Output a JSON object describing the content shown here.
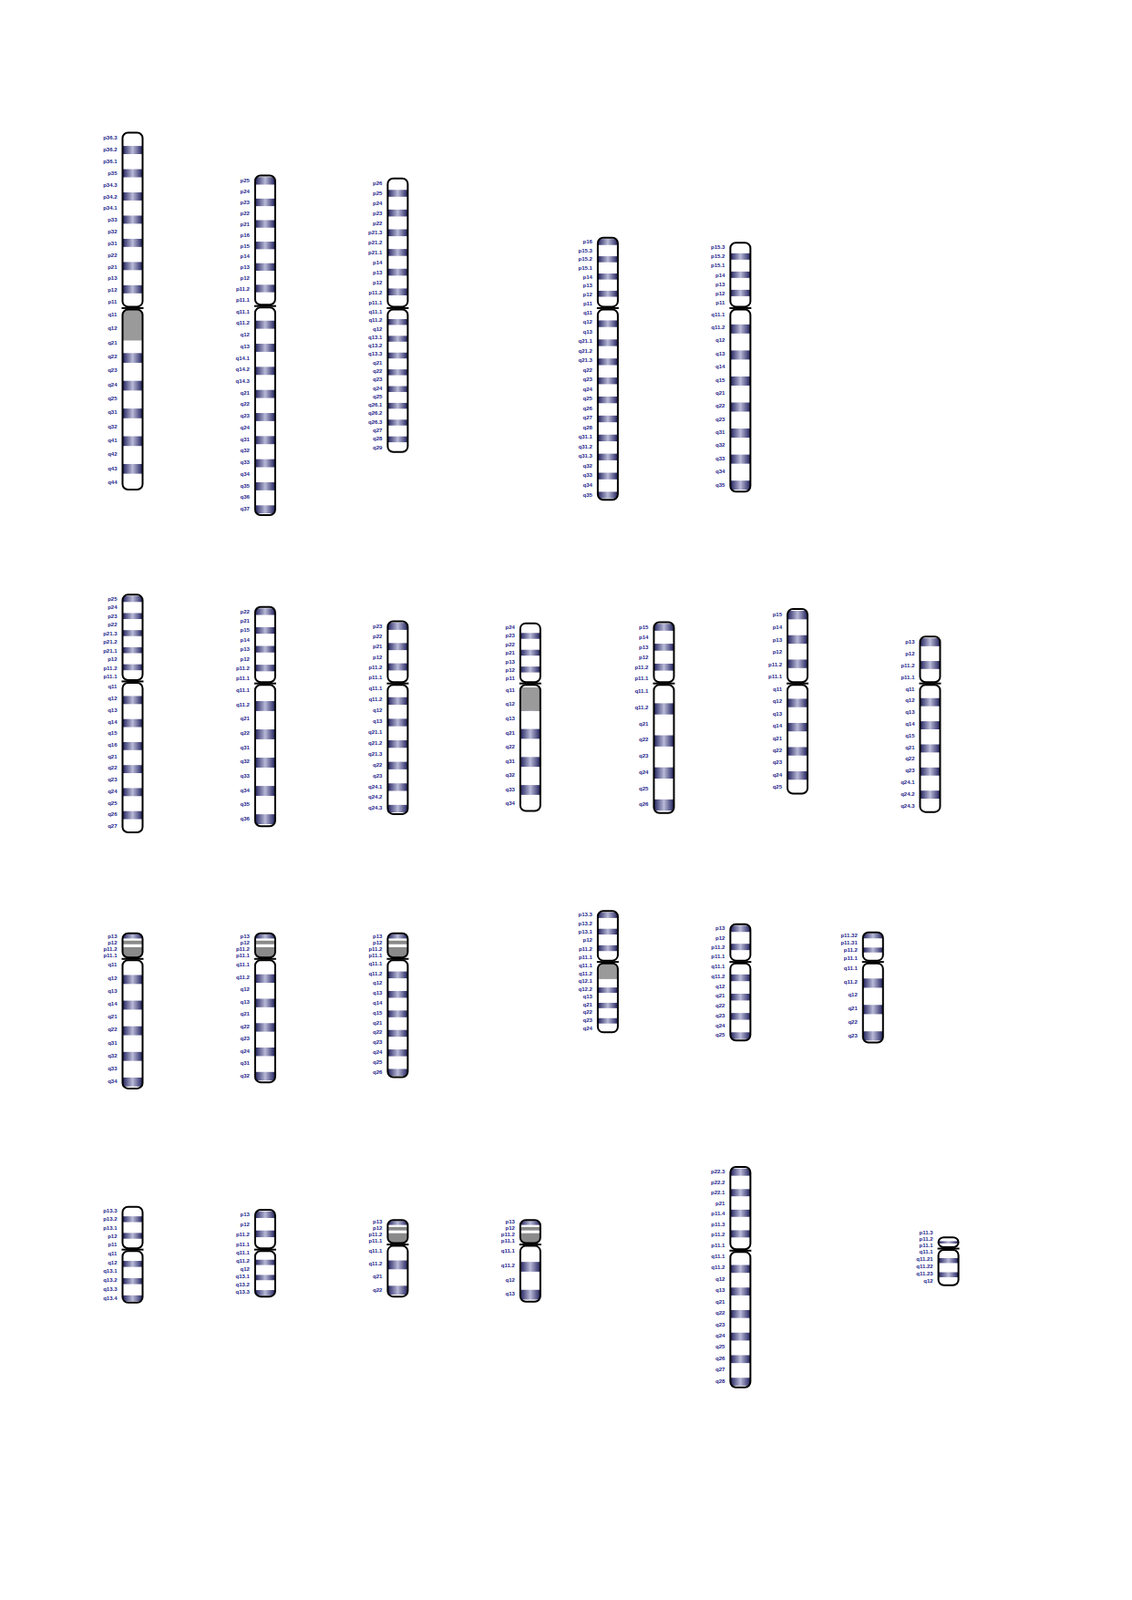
{
  "diagram": {
    "labels": [
      "p36.3",
      "p36.2",
      "p36.1",
      "p35",
      "p34.3",
      "p34.2",
      "p34.1",
      "p33",
      "p32",
      "p31",
      "p22",
      "p21",
      "p13",
      "p12",
      "p11",
      "q11",
      "q12",
      "q21",
      "q22",
      "q23",
      "q24",
      "q25",
      "q31",
      "q32",
      "q41",
      "q42",
      "q43",
      "q44",
      "p25",
      "p24",
      "p23",
      "p22",
      "p21",
      "p16",
      "p15",
      "p14",
      "p13",
      "p12",
      "p11.2",
      "p11.1",
      "q11.1",
      "q11.2",
      "q12",
      "q13",
      "q14.1",
      "q14.2",
      "q14.3",
      "q21",
      "q22",
      "q23",
      "q24",
      "q31",
      "q32",
      "q33",
      "q34",
      "q35",
      "q36",
      "q37",
      "p26",
      "p25",
      "p24",
      "p23",
      "p22",
      "p21.3",
      "p21.2",
      "p21.1",
      "p14",
      "p13",
      "p12",
      "p11.2",
      "p11.1",
      "q11.1",
      "q11.2",
      "q12",
      "q13.1",
      "q13.2",
      "q13.3",
      "q21",
      "q22",
      "q23",
      "q24",
      "q25",
      "q26.1",
      "q26.2",
      "q26.3",
      "q27",
      "q28",
      "q29",
      "p16",
      "p15.3",
      "p15.2",
      "p15.1",
      "p14",
      "p13",
      "p12",
      "p11",
      "q11",
      "q12",
      "q13",
      "q21.1",
      "q21.2",
      "q21.3",
      "q22",
      "q23",
      "q24",
      "q25",
      "q26",
      "q27",
      "q28",
      "q31.1",
      "q31.2",
      "q31.3",
      "q32",
      "q33",
      "q34",
      "q35",
      "p15.3",
      "p15.2",
      "p15.1",
      "p14",
      "p13",
      "p12",
      "p11",
      "q11.1",
      "q11.2",
      "q12",
      "q13",
      "q14",
      "q15",
      "q21",
      "q22",
      "q23",
      "q31",
      "q32",
      "q33",
      "q34",
      "q35",
      "p25",
      "p24",
      "p23",
      "p22",
      "p21.3",
      "p21.2",
      "p21.1",
      "p12",
      "p11.2",
      "p11.1",
      "q11",
      "q12",
      "q13",
      "q14",
      "q15",
      "q16",
      "q21",
      "q22",
      "q23",
      "q24",
      "q25",
      "q26",
      "q27",
      "p22",
      "p21",
      "p15",
      "p14",
      "p13",
      "p12",
      "p11.2",
      "p11.1",
      "q11.1",
      "q11.2",
      "q21",
      "q22",
      "q31",
      "q32",
      "q33",
      "q34",
      "q35",
      "q36",
      "p23",
      "p22",
      "p21",
      "p12",
      "p11.2",
      "p11.1",
      "q11.1",
      "q11.2",
      "q12",
      "q13",
      "q21.1",
      "q21.2",
      "q21.3",
      "q22",
      "q23",
      "q24.1",
      "q24.2",
      "q24.3",
      "p24",
      "p23",
      "p22",
      "p21",
      "p13",
      "p12",
      "p11",
      "q11",
      "q12",
      "q13",
      "q21",
      "q22",
      "q31",
      "q32",
      "q33",
      "q34",
      "p15",
      "p14",
      "p13",
      "p12",
      "p11.2",
      "p11.1",
      "q11.1",
      "q11.2",
      "q21",
      "q22",
      "q23",
      "q24",
      "q25",
      "q26",
      "p15",
      "p14",
      "p13",
      "p12",
      "p11.2",
      "p11.1",
      "q11",
      "q12",
      "q13",
      "q14",
      "q21",
      "q22",
      "q23",
      "q24",
      "q25",
      "p13",
      "p12",
      "p11.2",
      "p11.1",
      "q11",
      "q12",
      "q13",
      "q14",
      "q15",
      "q21",
      "q22",
      "q23",
      "q24.1",
      "q24.2",
      "q24.3",
      "p13",
      "p12",
      "p11.2",
      "p11.1",
      "q11",
      "q12",
      "q13",
      "q14",
      "q21",
      "q22",
      "q31",
      "q32",
      "q33",
      "q34",
      "p13",
      "p12",
      "p11.2",
      "p11.1",
      "q11.1",
      "q11.2",
      "q12",
      "q13",
      "q21",
      "q22",
      "q23",
      "q24",
      "q31",
      "q32",
      "p13",
      "p12",
      "p11.2",
      "p11.1",
      "q11.1",
      "q11.2",
      "q12",
      "q13",
      "q14",
      "q15",
      "q21",
      "q22",
      "q23",
      "q24",
      "q25",
      "q26",
      "p13.3",
      "p13.2",
      "p13.1",
      "p12",
      "p11.2",
      "p11.1",
      "q11.1",
      "q11.2",
      "q12.1",
      "q12.2",
      "q13",
      "q21",
      "q22",
      "q23",
      "q24",
      "p13",
      "p12",
      "p11.2",
      "p11.1",
      "q11.1",
      "q11.2",
      "q12",
      "q21",
      "q22",
      "q23",
      "q24",
      "q25",
      "p11.32",
      "p11.31",
      "p11.2",
      "p11.1",
      "q11.1",
      "q11.2",
      "q12",
      "q21",
      "q22",
      "q23",
      "p13.3",
      "p13.2",
      "p13.1",
      "p12",
      "p11",
      "q11",
      "q12",
      "q13.1",
      "q13.2",
      "q13.3",
      "q13.4",
      "p13",
      "p12",
      "p11.2",
      "p11.1",
      "q11.1",
      "q11.2",
      "q12",
      "q13.1",
      "q13.2",
      "q13.3",
      "p13",
      "p12",
      "p11.2",
      "p11.1",
      "q11.1",
      "q11.2",
      "q21",
      "q22",
      "p13",
      "p12",
      "p11.2",
      "p11.1",
      "q11.1",
      "q11.2",
      "q12",
      "q13",
      "p22.3",
      "p22.2",
      "p22.1",
      "p21",
      "p11.4",
      "p11.3",
      "p11.2",
      "p11.1",
      "q11.1",
      "q11.2",
      "q12",
      "q13",
      "q21",
      "q22",
      "q23",
      "q24",
      "q25",
      "q26",
      "q27",
      "q28",
      "p11.3",
      "p11.2",
      "p11.1",
      "q11.1",
      "q11.21",
      "q11.22",
      "q11.23",
      "q12"
    ]
  }
}
